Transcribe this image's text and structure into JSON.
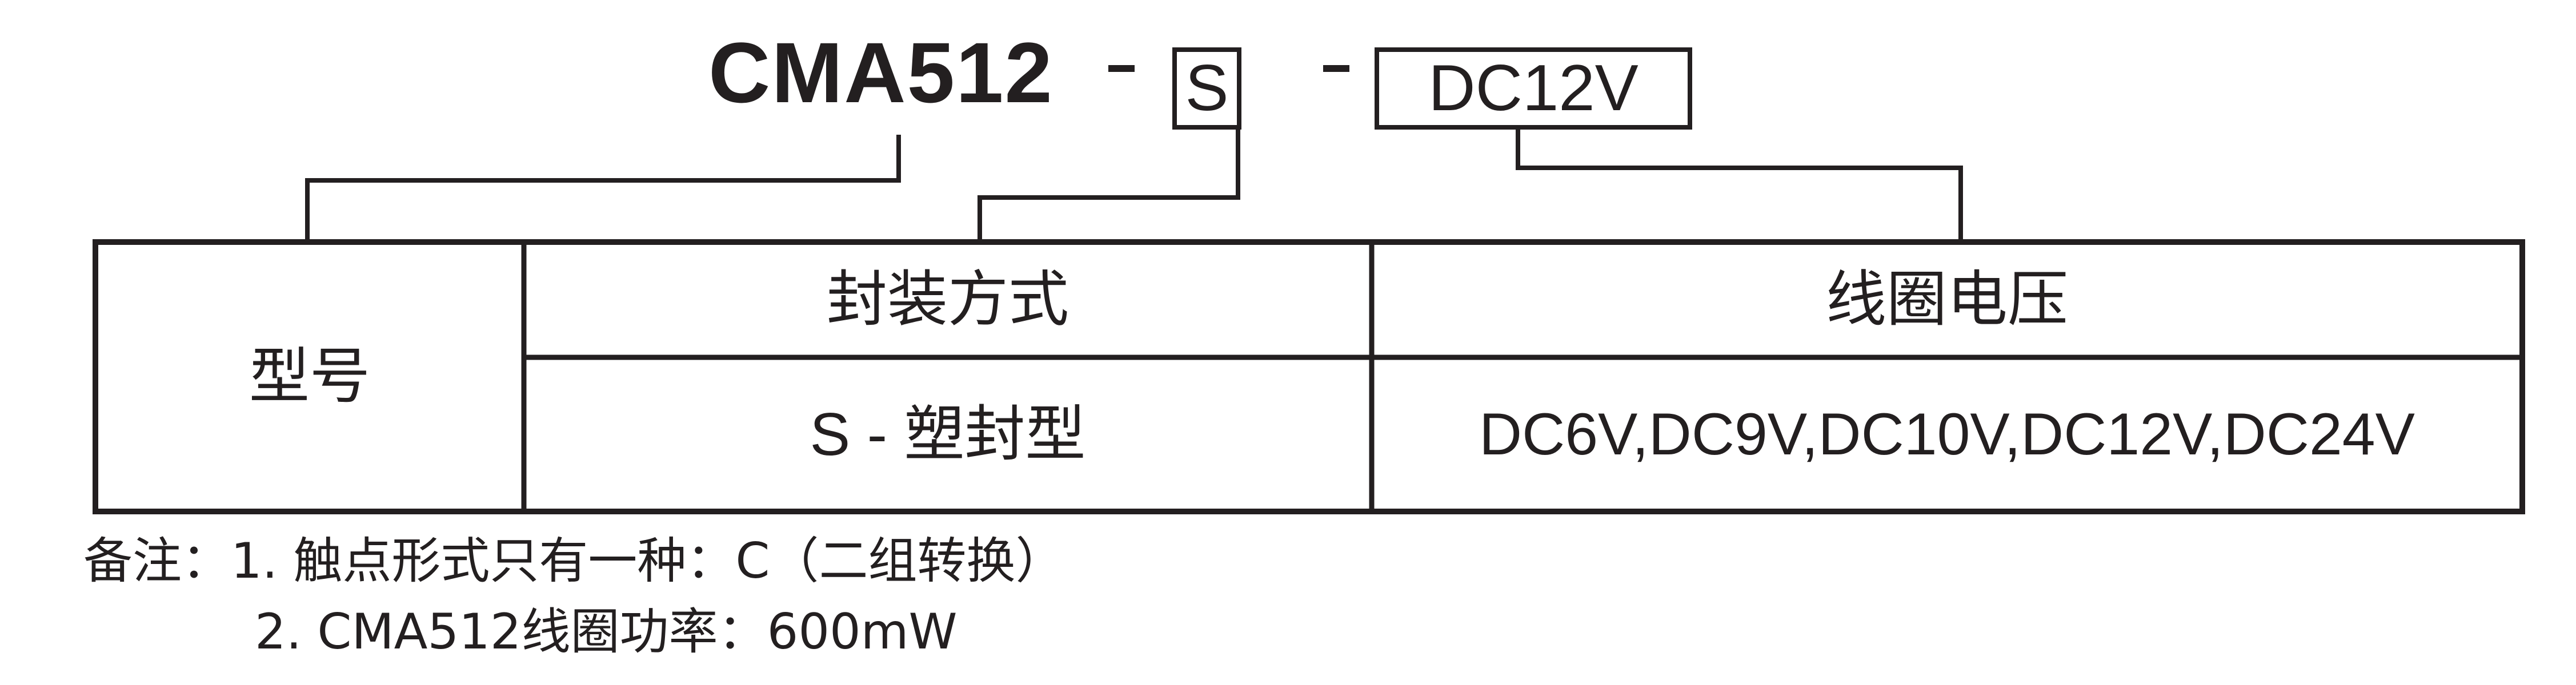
{
  "header": {
    "model": "CMA512",
    "package_code": "S",
    "voltage_code": "DC12V"
  },
  "table": {
    "model_label": "型号",
    "package_heading": "封装方式",
    "package_value": "S - 塑封型",
    "voltage_heading": "线圈电压",
    "voltage_values": "DC6V,DC9V,DC10V,DC12V,DC24V"
  },
  "notes": {
    "line1": "备注：1. 触点形式只有一种：C（二组转换）",
    "line2": "2. CMA512线圈功率：600mW"
  },
  "colors": {
    "ink": "#231f20",
    "background": "#ffffff"
  }
}
